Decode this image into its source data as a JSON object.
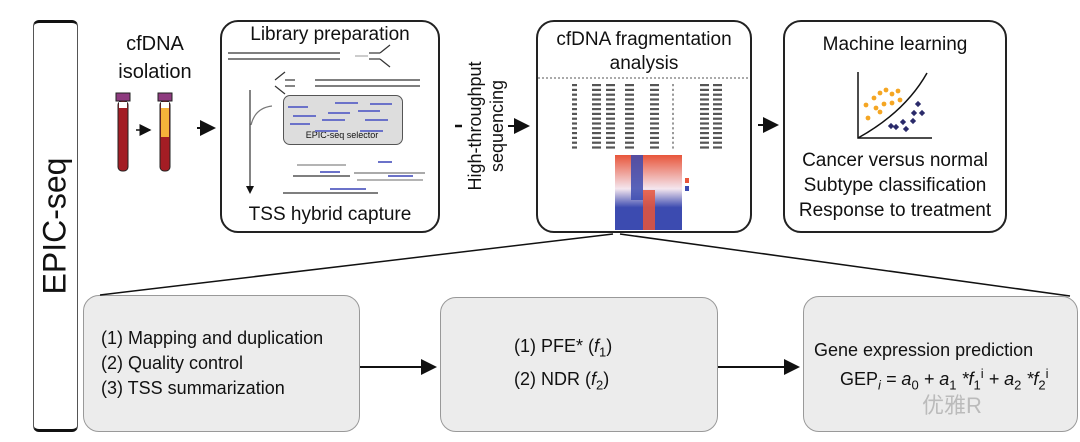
{
  "side_label": "EPIC-seq",
  "steps": {
    "isolation": {
      "line1": "cfDNA",
      "line2": "isolation"
    },
    "library": {
      "title": "Library preparation",
      "selector_label": "EPIC-seq selector",
      "footer": "TSS hybrid capture"
    },
    "sequencing": {
      "line1": "High-throughput",
      "line2": "sequencing"
    },
    "fragmentation": {
      "line1": "cfDNA fragmentation",
      "line2": "analysis"
    },
    "ml": {
      "title": "Machine learning",
      "outputs": [
        "Cancer versus normal",
        "Subtype classification",
        "Response to treatment"
      ]
    }
  },
  "bottom": {
    "processing": [
      "(1) Mapping and duplication",
      "(2) Quality control",
      "(3) TSS summarization"
    ],
    "features": {
      "f1_label": "(1) PFE* (",
      "f1_var": "f",
      "f1_sub": "1",
      "f2_label": "(2) NDR (",
      "f2_var": "f",
      "f2_sub": "2",
      "close": ")"
    },
    "prediction": {
      "title": "Gene expression prediction",
      "formula_lhs": "GEP",
      "formula_lhs_sub": "i",
      "formula_rhs": "= a",
      "a0_sub": "0",
      "plus1": " + a",
      "a1_sub": "1",
      "mult1": " *f",
      "f1_sub": "1",
      "f1_sup": "i",
      "plus2": " + a",
      "a2_sub": "2",
      "mult2": " *f",
      "f2_sub": "2",
      "f2_sup": "i"
    }
  },
  "watermark": "优雅R",
  "colors": {
    "blood": "#a31d24",
    "plasma": "#f6b23a",
    "cap": "#8e3b7f",
    "orange_dots": "#f5a623",
    "navy_dots": "#2a2a6a",
    "heat_red": "#e8553a",
    "heat_blue": "#3c4bb0",
    "probe": "#6b72c9",
    "gray_box": "#ececec"
  }
}
